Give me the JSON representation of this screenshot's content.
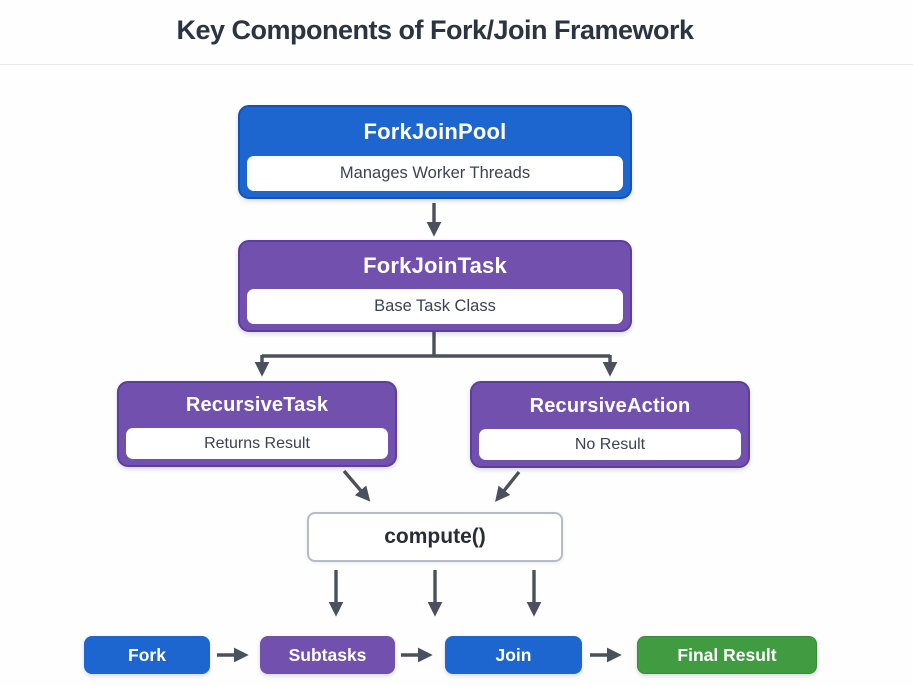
{
  "header": {
    "title": "Key Components of Fork/Join Framework"
  },
  "nodes": {
    "pool": {
      "title": "ForkJoinPool",
      "subtitle": "Manages Worker Threads"
    },
    "task": {
      "title": "ForkJoinTask",
      "subtitle": "Base Task Class"
    },
    "recursive_task": {
      "title": "RecursiveTask",
      "subtitle": "Returns Result"
    },
    "recursive_action": {
      "title": "RecursiveAction",
      "subtitle": "No Result"
    },
    "compute": {
      "label": "compute()"
    }
  },
  "flow": {
    "items": [
      {
        "label": "Fork",
        "color": "#1d66d0"
      },
      {
        "label": "Subtasks",
        "color": "#7150ae"
      },
      {
        "label": "Join",
        "color": "#1d66d0"
      },
      {
        "label": "Final Result",
        "color": "#419b41"
      }
    ]
  },
  "colors": {
    "blue": "#1d66d0",
    "blue_border": "#1153b8",
    "purple": "#7150ae",
    "purple_border": "#5c3da0",
    "green": "#419b41",
    "arrow": "#4a515c",
    "title_text": "#2b3442",
    "panel_text": "#3b4252",
    "compute_border": "#b6bcc6"
  }
}
